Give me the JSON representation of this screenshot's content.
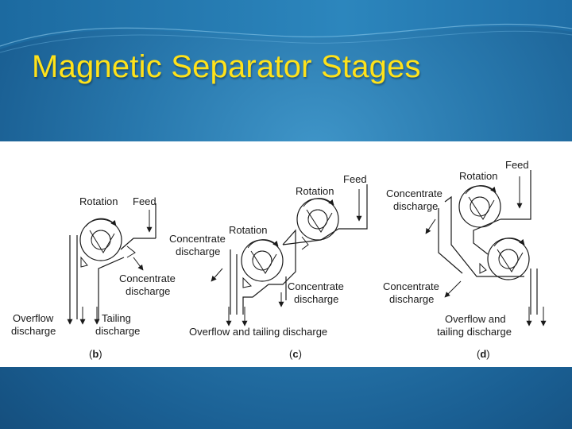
{
  "slide": {
    "title": "Magnetic Separator Stages"
  },
  "colors": {
    "background": "#2878ad",
    "title": "#ffe21a",
    "panel": "#ffffff",
    "ink": "#1a1a1a"
  },
  "diagram": {
    "b": {
      "rotation": "Rotation",
      "feed": "Feed",
      "concentrate_1": "Concentrate",
      "concentrate_2": "discharge",
      "overflow_1": "Overflow",
      "overflow_2": "discharge",
      "tailing_1": "Tailing",
      "tailing_2": "discharge",
      "caption_open": "(",
      "caption_letter": "b",
      "caption_close": ")"
    },
    "c": {
      "rotation_upper": "Rotation",
      "rotation_lower": "Rotation",
      "feed": "Feed",
      "concentrate_left_1": "Concentrate",
      "concentrate_left_2": "discharge",
      "concentrate_right_1": "Concentrate",
      "concentrate_right_2": "discharge",
      "overflow_tailing": "Overflow and tailing discharge",
      "caption_open": "(",
      "caption_letter": "c",
      "caption_close": ")"
    },
    "d": {
      "rotation": "Rotation",
      "feed": "Feed",
      "concentrate_upper_1": "Concentrate",
      "concentrate_upper_2": "discharge",
      "concentrate_lower_1": "Concentrate",
      "concentrate_lower_2": "discharge",
      "overflow_tailing_1": "Overflow and",
      "overflow_tailing_2": "tailing discharge",
      "caption_open": "(",
      "caption_letter": "d",
      "caption_close": ")"
    }
  }
}
